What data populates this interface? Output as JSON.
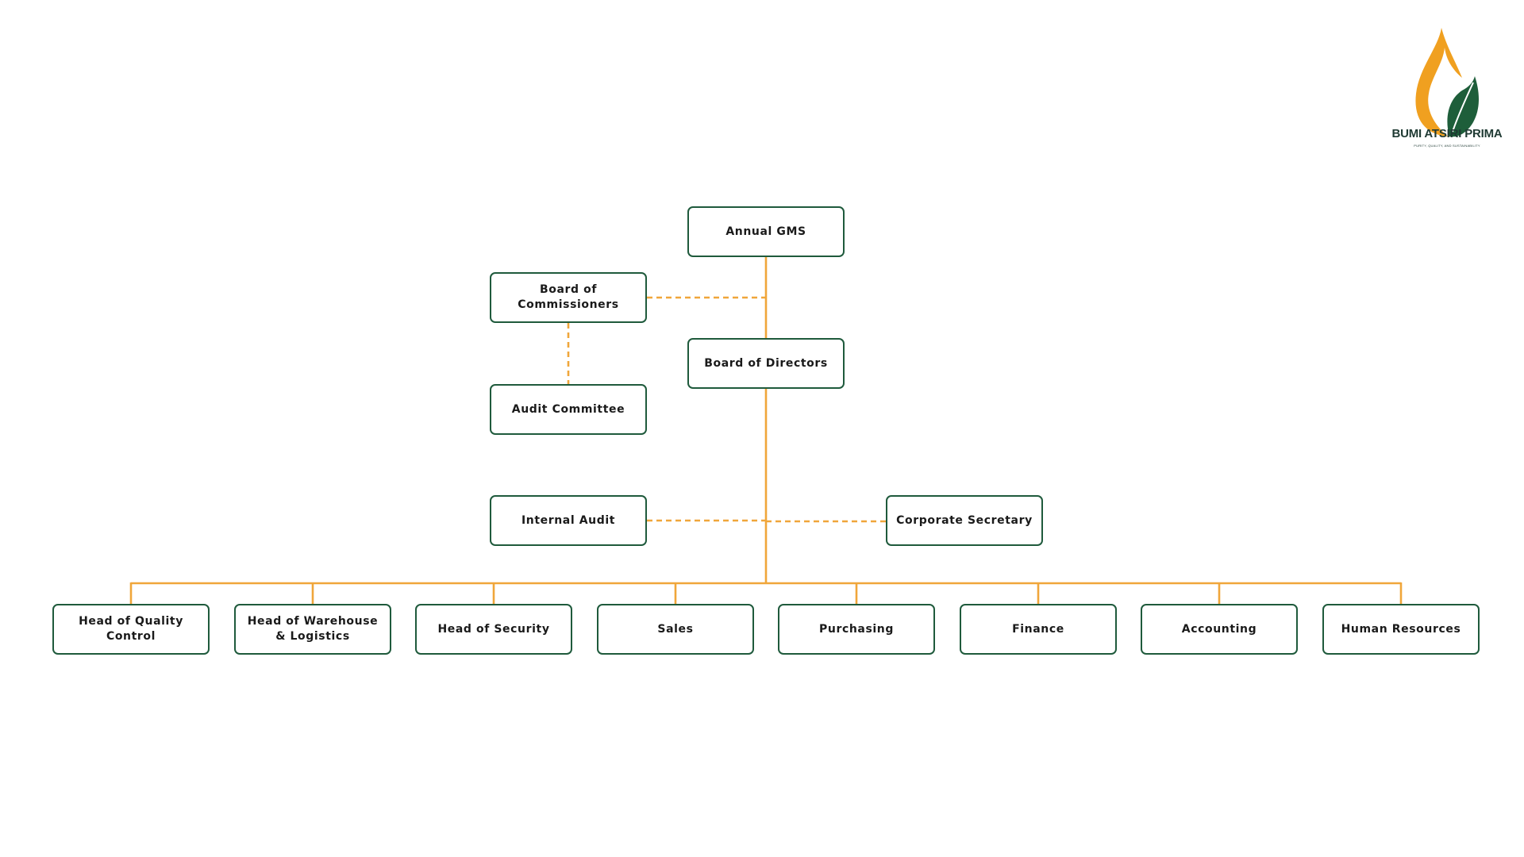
{
  "brand": {
    "name": "BUMI ATSIRI PRIMA",
    "tagline": "PURITY, QUALITY, AND SUSTAINABILITY",
    "flame_color": "#f0a020",
    "leaf_color": "#1e5e3a"
  },
  "colors": {
    "connector": "#f0a63a",
    "node_border": "#1f5a3c",
    "text": "#1a1a1a"
  },
  "nodes": [
    {
      "id": "annual-gms",
      "label": "Annual GMS"
    },
    {
      "id": "board-of-commissioners",
      "label": "Board of Commissioners"
    },
    {
      "id": "board-of-directors",
      "label": "Board of Directors"
    },
    {
      "id": "audit-committee",
      "label": "Audit Committee"
    },
    {
      "id": "internal-audit",
      "label": "Internal Audit"
    },
    {
      "id": "corporate-secretary",
      "label": "Corporate Secretary"
    },
    {
      "id": "head-of-quality-control",
      "label": "Head of Quality Control"
    },
    {
      "id": "head-of-warehouse-logistics",
      "label": "Head of Warehouse & Logistics"
    },
    {
      "id": "head-of-security",
      "label": "Head of Security"
    },
    {
      "id": "sales",
      "label": "Sales"
    },
    {
      "id": "purchasing",
      "label": "Purchasing"
    },
    {
      "id": "finance",
      "label": "Finance"
    },
    {
      "id": "accounting",
      "label": "Accounting"
    },
    {
      "id": "human-resources",
      "label": "Human Resources"
    }
  ],
  "edges": [
    {
      "from": "annual-gms",
      "to": "board-of-directors",
      "style": "solid"
    },
    {
      "from": "board-of-commissioners",
      "to": "annual-gms",
      "style": "dashed"
    },
    {
      "from": "board-of-commissioners",
      "to": "audit-committee",
      "style": "dashed"
    },
    {
      "from": "board-of-directors",
      "to": "internal-audit",
      "style": "dashed"
    },
    {
      "from": "board-of-directors",
      "to": "corporate-secretary",
      "style": "dashed"
    },
    {
      "from": "board-of-directors",
      "to": "head-of-quality-control",
      "style": "solid"
    },
    {
      "from": "board-of-directors",
      "to": "head-of-warehouse-logistics",
      "style": "solid"
    },
    {
      "from": "board-of-directors",
      "to": "head-of-security",
      "style": "solid"
    },
    {
      "from": "board-of-directors",
      "to": "sales",
      "style": "solid"
    },
    {
      "from": "board-of-directors",
      "to": "purchasing",
      "style": "solid"
    },
    {
      "from": "board-of-directors",
      "to": "finance",
      "style": "solid"
    },
    {
      "from": "board-of-directors",
      "to": "accounting",
      "style": "solid"
    },
    {
      "from": "board-of-directors",
      "to": "human-resources",
      "style": "solid"
    }
  ]
}
